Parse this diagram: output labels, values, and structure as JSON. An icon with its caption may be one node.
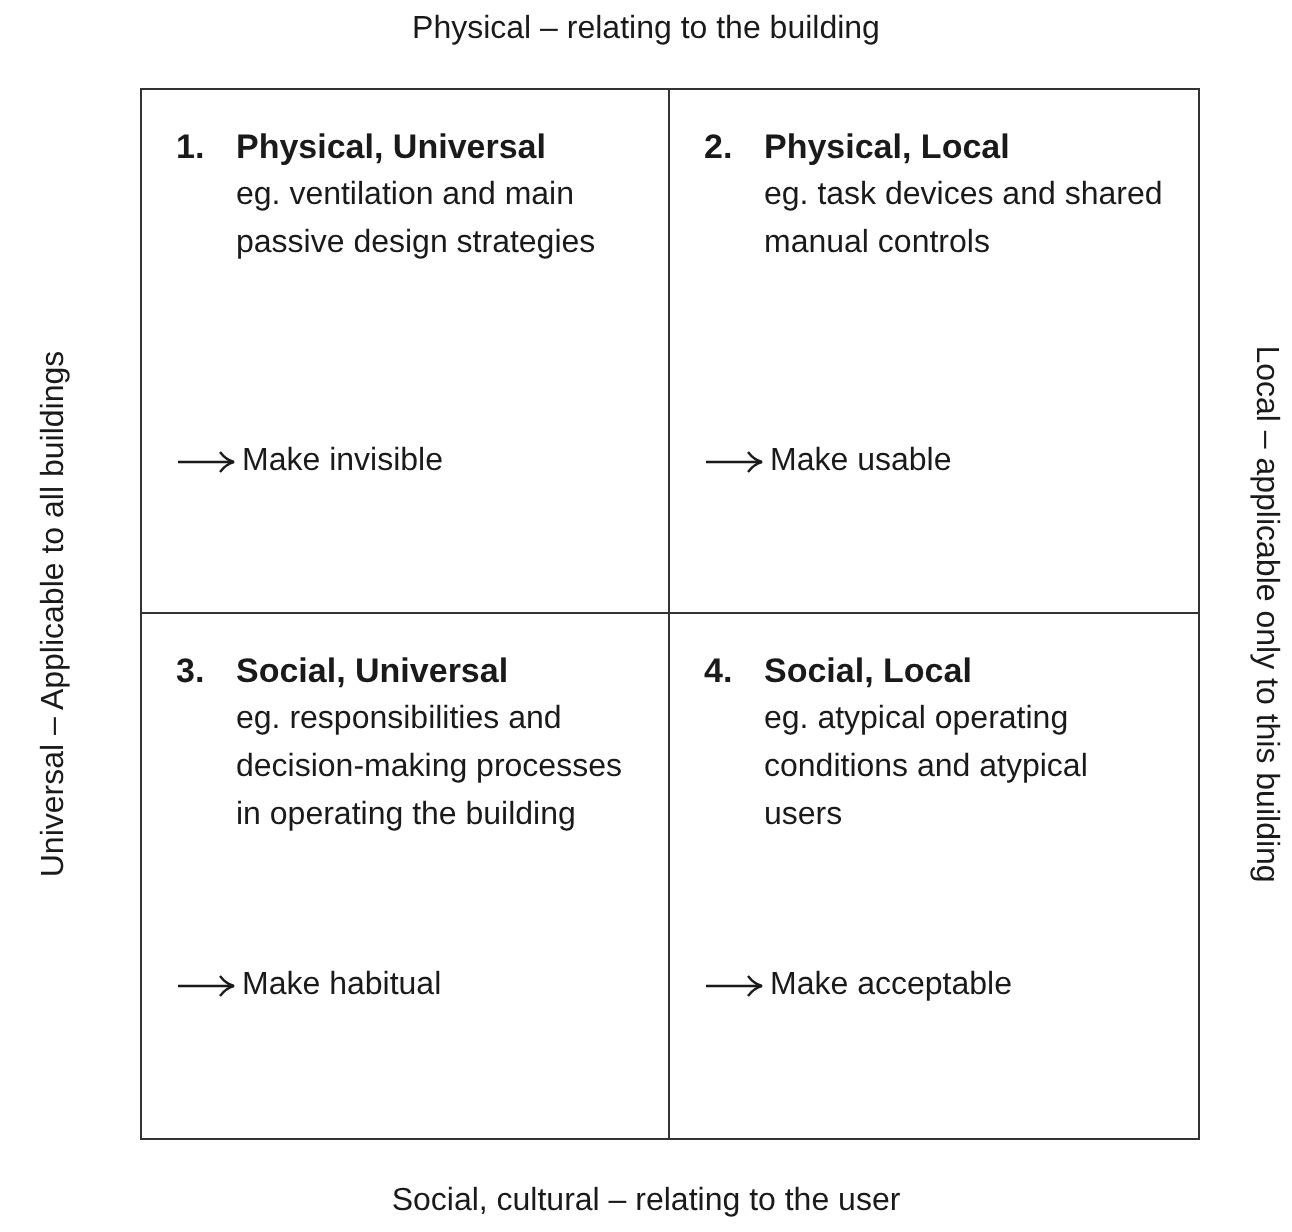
{
  "diagram": {
    "nodes": [
      {
        "text": [
          "1.",
          "Physical, Universal",
          "eg. ventilation and main passive design strategies",
          "Make invisible"
        ]
      },
      {
        "text": [
          "2.",
          "Physical, Local",
          "eg. task devices and shared manual controls",
          "Make usable"
        ]
      },
      {
        "text": [
          "3.",
          "Social, Universal",
          "eg. responsibilities and decision-making processes in operating the building",
          "Make habitual"
        ]
      },
      {
        "text": [
          "4.",
          "Social, Local",
          "eg. atypical operating conditions and atypical users",
          "Make acceptable"
        ]
      }
    ],
    "labels": [
      "Physical – relating to the building",
      "Universal – Applicable to all buildings",
      "Local – applicable only to this building",
      "Social, cultural – relating to the user"
    ]
  }
}
